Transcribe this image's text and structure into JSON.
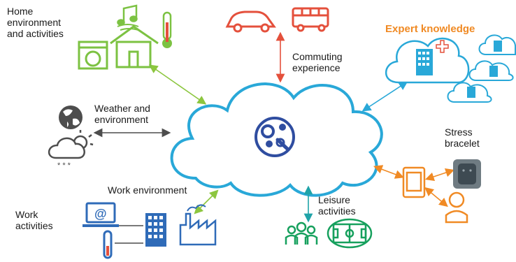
{
  "labels": {
    "home": "Home\nenvironment\nand activities",
    "commuting": "Commuting\nexperience",
    "expert": "Expert knowledge",
    "weather": "Weather and\nenvironment",
    "stress": "Stress\nbracelet",
    "work_env": "Work environment",
    "work_act": "Work\nactivities",
    "leisure": "Leisure\nactivities"
  },
  "icon_badge": "@",
  "colors": {
    "cloud": "#29a8d8",
    "home": "#7cc242",
    "commuting": "#e4503c",
    "expert": "#f08a24",
    "weather": "#4d4d4d",
    "work": "#2f6bb8",
    "leisure": "#16a05d",
    "hub": "#2f4da0"
  }
}
